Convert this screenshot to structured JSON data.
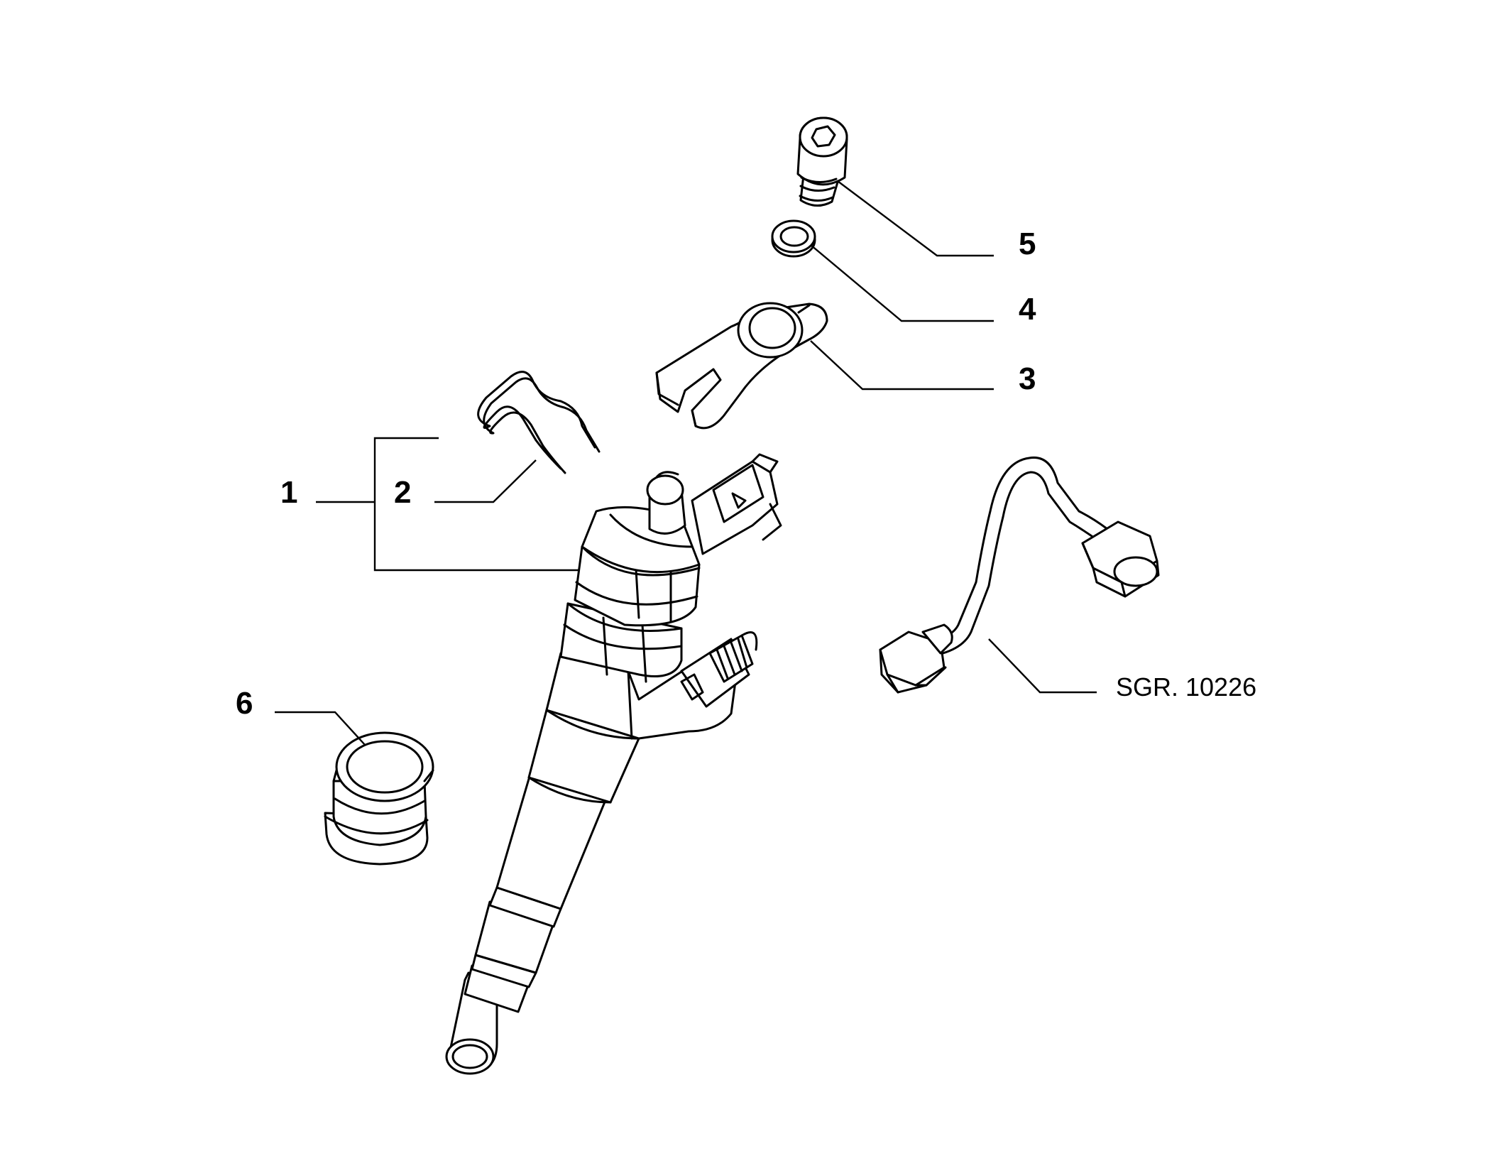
{
  "callouts": {
    "c1": "1",
    "c2": "2",
    "c3": "3",
    "c4": "4",
    "c5": "5",
    "c6": "6"
  },
  "reference": "SGR. 10226"
}
